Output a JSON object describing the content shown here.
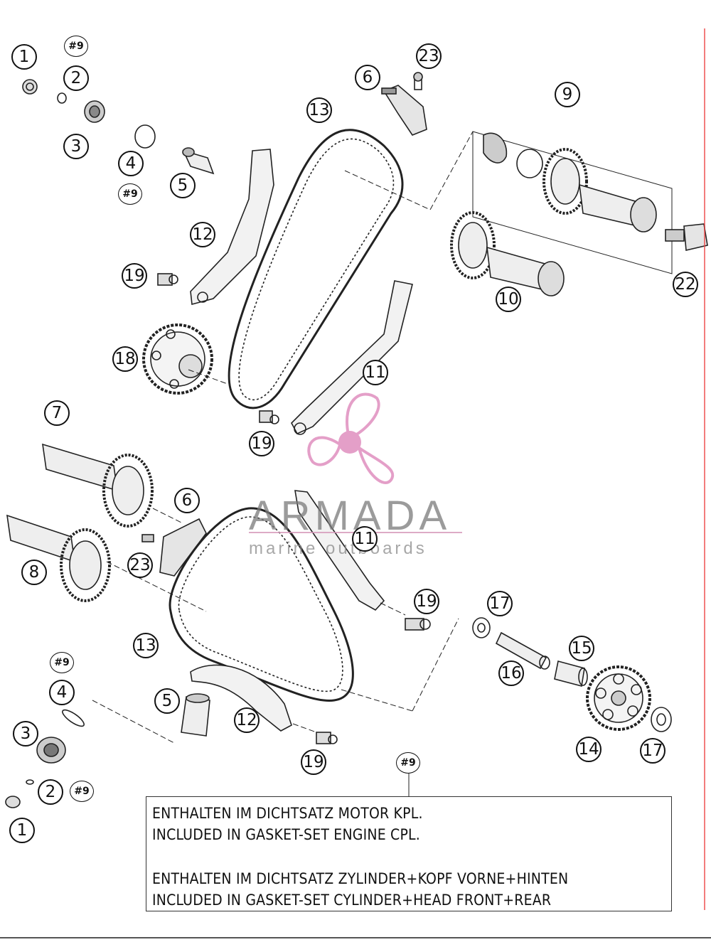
{
  "callouts": [
    {
      "id": "c1a",
      "label": "1"
    },
    {
      "id": "c9a",
      "label": "#9"
    },
    {
      "id": "c2a",
      "label": "2"
    },
    {
      "id": "c3a",
      "label": "3"
    },
    {
      "id": "c4a",
      "label": "4"
    },
    {
      "id": "c9b",
      "label": "#9"
    },
    {
      "id": "c5a",
      "label": "5"
    },
    {
      "id": "c6a",
      "label": "6"
    },
    {
      "id": "c23a",
      "label": "23"
    },
    {
      "id": "c13a",
      "label": "13"
    },
    {
      "id": "c9c",
      "label": "9"
    },
    {
      "id": "c12a",
      "label": "12"
    },
    {
      "id": "c19a",
      "label": "19"
    },
    {
      "id": "c10a",
      "label": "10"
    },
    {
      "id": "c22a",
      "label": "22"
    },
    {
      "id": "c18a",
      "label": "18"
    },
    {
      "id": "c11a",
      "label": "11"
    },
    {
      "id": "c19b",
      "label": "19"
    },
    {
      "id": "c7a",
      "label": "7"
    },
    {
      "id": "c6b",
      "label": "6"
    },
    {
      "id": "c11b",
      "label": "11"
    },
    {
      "id": "c8a",
      "label": "8"
    },
    {
      "id": "c23b",
      "label": "23"
    },
    {
      "id": "c19c",
      "label": "19"
    },
    {
      "id": "c17a",
      "label": "17"
    },
    {
      "id": "c13b",
      "label": "13"
    },
    {
      "id": "c15a",
      "label": "15"
    },
    {
      "id": "c16a",
      "label": "16"
    },
    {
      "id": "c9d",
      "label": "#9"
    },
    {
      "id": "c4b",
      "label": "4"
    },
    {
      "id": "c5b",
      "label": "5"
    },
    {
      "id": "c3b",
      "label": "3"
    },
    {
      "id": "c12b",
      "label": "12"
    },
    {
      "id": "c14a",
      "label": "14"
    },
    {
      "id": "c17b",
      "label": "17"
    },
    {
      "id": "c19d",
      "label": "19"
    },
    {
      "id": "c9e",
      "label": "#9"
    },
    {
      "id": "c2b",
      "label": "2"
    },
    {
      "id": "c9f",
      "label": "#9"
    },
    {
      "id": "c1b",
      "label": "1"
    }
  ],
  "note": {
    "line1": "ENTHALTEN IM DICHTSATZ MOTOR KPL.",
    "line2": "INCLUDED IN GASKET-SET ENGINE CPL.",
    "line3": "ENTHALTEN IM DICHTSATZ ZYLINDER+KOPF VORNE+HINTEN",
    "line4": "INCLUDED IN GASKET-SET CYLINDER+HEAD FRONT+REAR"
  },
  "watermark": {
    "title": "ARMADA",
    "subtitle": "marine outboards",
    "color": "#e08fbf"
  }
}
